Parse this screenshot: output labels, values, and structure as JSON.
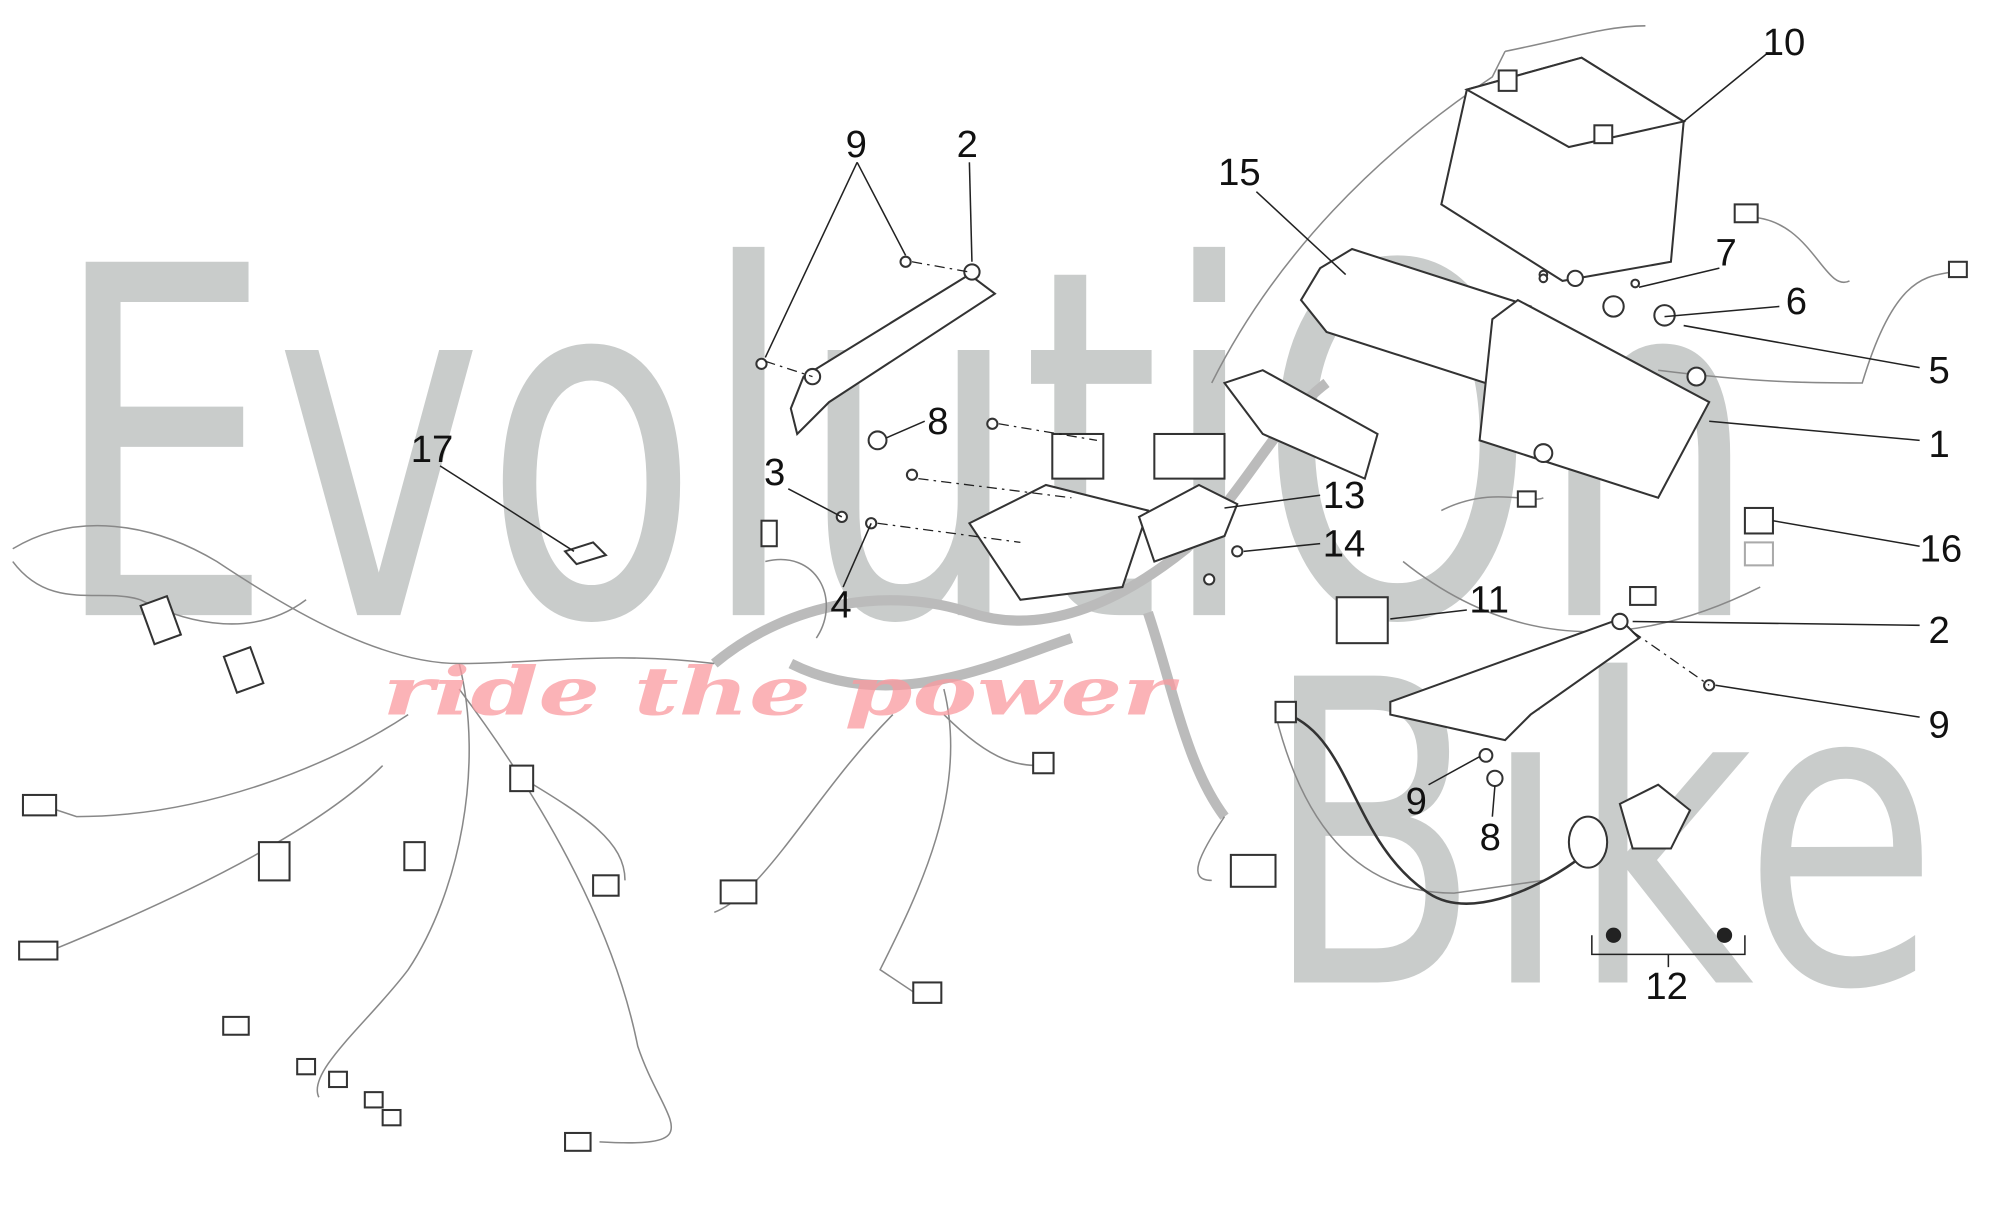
{
  "watermark": {
    "brand_top": "EvolutiOn",
    "brand_bottom": "Bike",
    "tagline": "ride the power",
    "color": "#c9cccb",
    "tagline_color": "#fa9aa0"
  },
  "callouts": [
    {
      "id": "c9a",
      "label": "9"
    },
    {
      "id": "c2a",
      "label": "2"
    },
    {
      "id": "c15",
      "label": "15"
    },
    {
      "id": "c10",
      "label": "10"
    },
    {
      "id": "c7",
      "label": "7"
    },
    {
      "id": "c6",
      "label": "6"
    },
    {
      "id": "c5",
      "label": "5"
    },
    {
      "id": "c1",
      "label": "1"
    },
    {
      "id": "c17",
      "label": "17"
    },
    {
      "id": "c8a",
      "label": "8"
    },
    {
      "id": "c3",
      "label": "3"
    },
    {
      "id": "c4",
      "label": "4"
    },
    {
      "id": "c13",
      "label": "13"
    },
    {
      "id": "c14",
      "label": "14"
    },
    {
      "id": "c16",
      "label": "16"
    },
    {
      "id": "c11",
      "label": "11"
    },
    {
      "id": "c2b",
      "label": "2"
    },
    {
      "id": "c9b",
      "label": "9"
    },
    {
      "id": "c9c",
      "label": "9"
    },
    {
      "id": "c8b",
      "label": "8"
    },
    {
      "id": "c12",
      "label": "12"
    }
  ]
}
